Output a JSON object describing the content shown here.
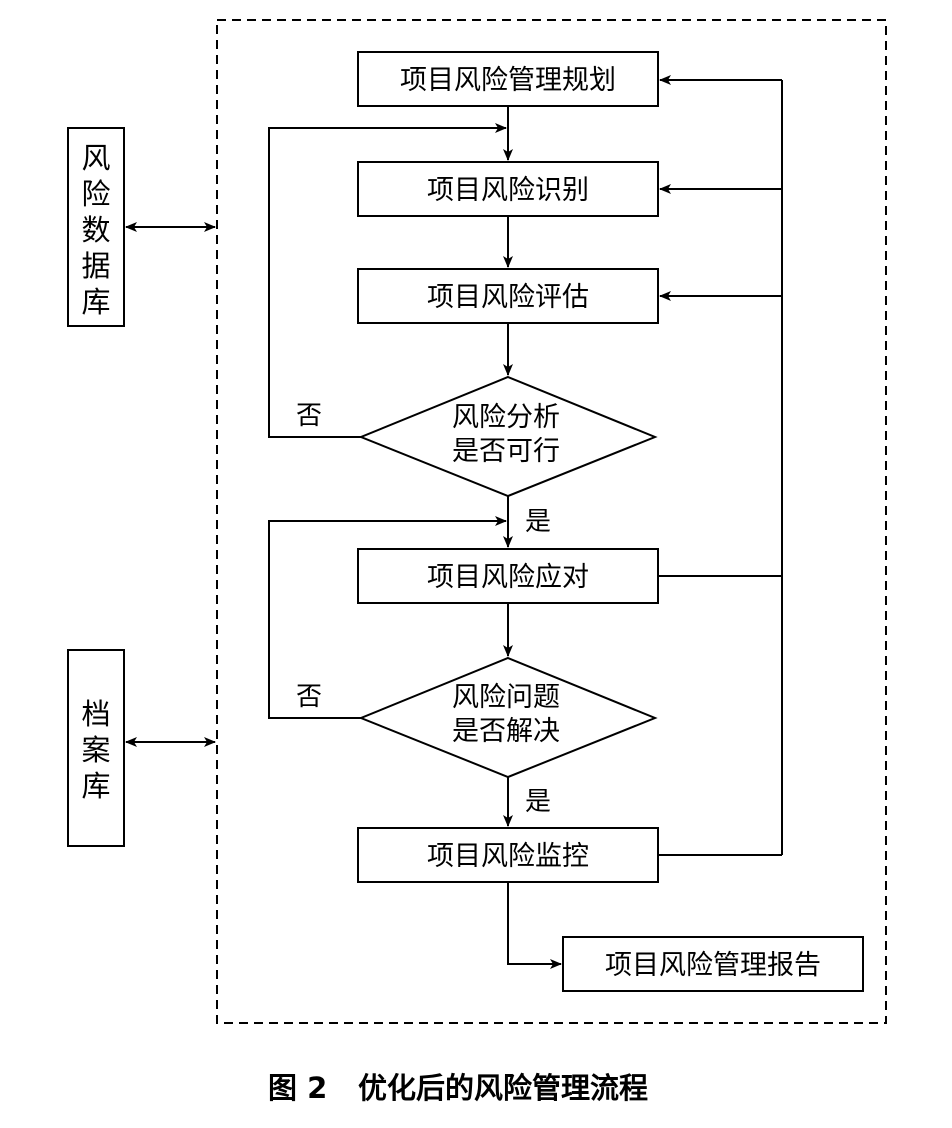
{
  "nodes": {
    "planning": "项目风险管理规划",
    "identification": "项目风险识别",
    "assessment": "项目风险评估",
    "decision1_line1": "风险分析",
    "decision1_line2": "是否可行",
    "response": "项目风险应对",
    "decision2_line1": "风险问题",
    "decision2_line2": "是否解决",
    "monitoring": "项目风险监控",
    "report": "项目风险管理报告"
  },
  "side": {
    "risk_db": [
      "风",
      "险",
      "数",
      "据",
      "库"
    ],
    "archive": [
      "档",
      "案",
      "库"
    ]
  },
  "labels": {
    "no1": "否",
    "yes1": "是",
    "no2": "否",
    "yes2": "是"
  },
  "caption": {
    "figure_no": "图 2",
    "title": "优化后的风险管理流程"
  }
}
